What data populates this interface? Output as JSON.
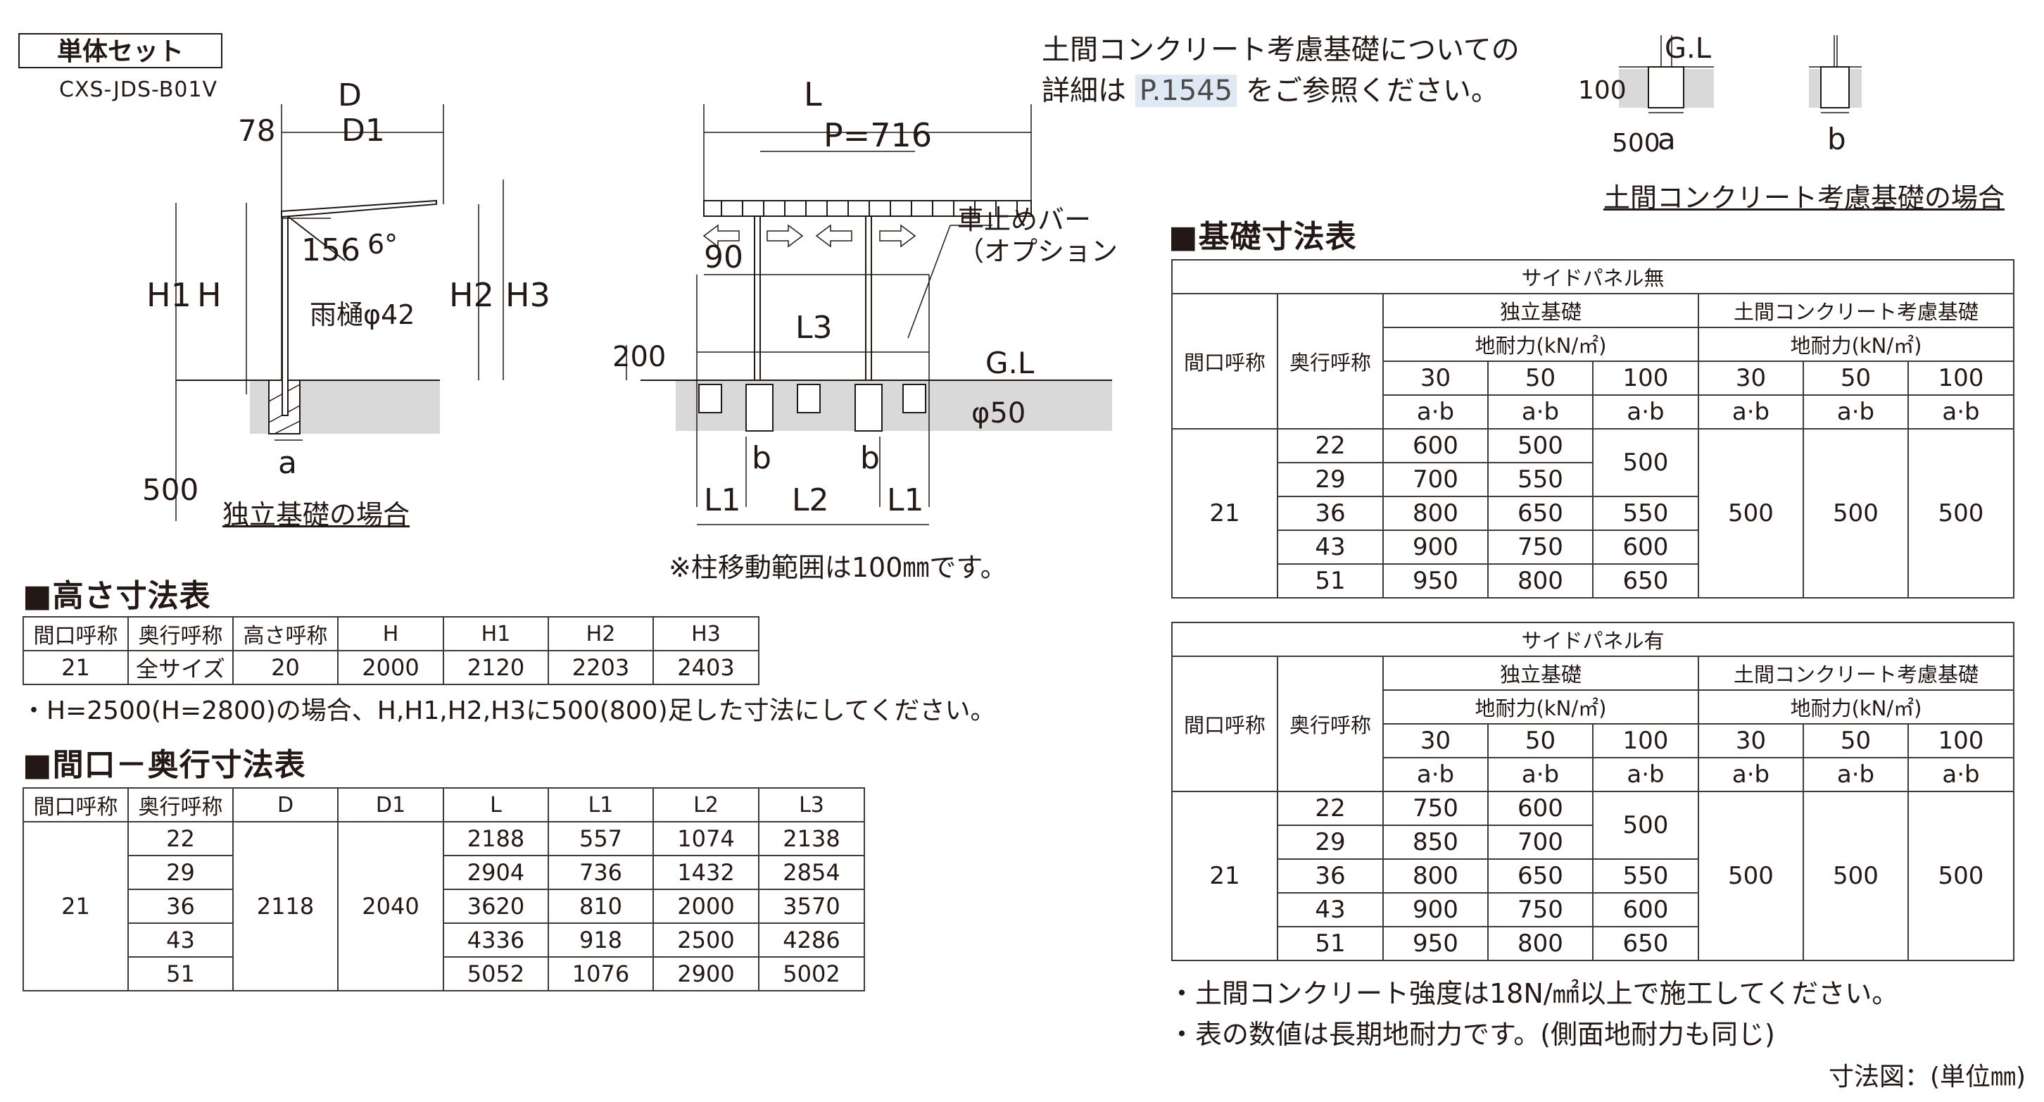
{
  "set_label": "単体セット",
  "model_code": "CXS-JDS-B01V",
  "reference_note": {
    "line1": "土間コンクリート考慮基礎についての",
    "line2_prefix": "詳細は",
    "page_ref": "P.1545",
    "line2_suffix": "をご参照ください。"
  },
  "side_diagram": {
    "labels": {
      "D": "D",
      "D1": "D1",
      "val_78": "78",
      "val_156": "156",
      "angle": "6°",
      "H1": "H1",
      "H": "H",
      "H2": "H2",
      "H3": "H3",
      "gutter": "雨樋φ42",
      "depth_500": "500",
      "a": "a"
    },
    "caption": "独立基礎の場合"
  },
  "front_diagram": {
    "labels": {
      "L": "L",
      "P": "P=716",
      "val_90": "90",
      "L3": "L3",
      "val_200": "200",
      "GL": "G.L",
      "phi50": "φ50",
      "b": "b",
      "L1": "L1",
      "L2": "L2",
      "stopper_line1": "車止めバー",
      "stopper_line2": "（オプション）"
    },
    "remark": "※柱移動範囲は100㎜です。"
  },
  "concrete_diagram": {
    "labels": {
      "GL": "G.L",
      "val_100": "100",
      "val_500": "500",
      "a": "a",
      "b": "b"
    },
    "caption": "土間コンクリート考慮基礎の場合"
  },
  "height_table": {
    "title": "■高さ寸法表",
    "headers": [
      "間口呼称",
      "奥行呼称",
      "高さ呼称",
      "H",
      "H1",
      "H2",
      "H3"
    ],
    "row": [
      "21",
      "全サイズ",
      "20",
      "2000",
      "2120",
      "2203",
      "2403"
    ],
    "note": "・H=2500(H=2800)の場合、H,H1,H2,H3に500(800)足した寸法にしてください。"
  },
  "size_table": {
    "title": "■間口－奥行寸法表",
    "headers": [
      "間口呼称",
      "奥行呼称",
      "D",
      "D1",
      "L",
      "L1",
      "L2",
      "L3"
    ],
    "frontage": "21",
    "D": "2118",
    "D1": "2040",
    "rows": [
      [
        "22",
        "2188",
        "557",
        "1074",
        "2138"
      ],
      [
        "29",
        "2904",
        "736",
        "1432",
        "2854"
      ],
      [
        "36",
        "3620",
        "810",
        "2000",
        "3570"
      ],
      [
        "43",
        "4336",
        "918",
        "2500",
        "4286"
      ],
      [
        "51",
        "5052",
        "1076",
        "2900",
        "5002"
      ]
    ]
  },
  "foundation": {
    "title": "■基礎寸法表",
    "headers": {
      "frontage": "間口呼称",
      "depth": "奥行呼称",
      "independent": "独立基礎",
      "concrete": "土間コンクリート考慮基礎",
      "bearing": "地耐力(kN/㎡)",
      "capacities": [
        "30",
        "50",
        "100"
      ],
      "ab": "a·b"
    },
    "tables": [
      {
        "caption": "サイドパネル無",
        "frontage": "21",
        "depths": [
          "22",
          "29",
          "36",
          "43",
          "51"
        ],
        "v30": [
          "600",
          "700",
          "800",
          "900",
          "950"
        ],
        "v50": [
          "500",
          "550",
          "650",
          "750",
          "800"
        ],
        "v100_merged": "500",
        "v100": [
          "550",
          "600",
          "650"
        ],
        "concrete": [
          "500",
          "500",
          "500"
        ]
      },
      {
        "caption": "サイドパネル有",
        "frontage": "21",
        "depths": [
          "22",
          "29",
          "36",
          "43",
          "51"
        ],
        "v30": [
          "750",
          "850",
          "800",
          "900",
          "950"
        ],
        "v50": [
          "600",
          "700",
          "650",
          "750",
          "800"
        ],
        "v100_merged": "500",
        "v100": [
          "550",
          "600",
          "650"
        ],
        "concrete": [
          "500",
          "500",
          "500"
        ]
      }
    ],
    "notes": [
      "・土間コンクリート強度は18N/㎟以上で施工してください。",
      "・表の数値は長期地耐力です。(側面地耐力も同じ)"
    ],
    "unit": "寸法図：(単位㎜)"
  }
}
